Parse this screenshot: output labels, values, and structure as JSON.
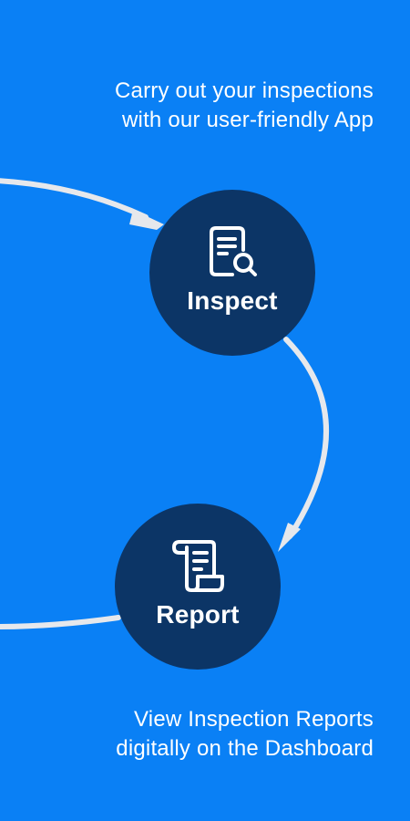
{
  "screen": {
    "background_color": "#0a80f5",
    "node_color": "#0c3566",
    "arrow_color": "#e6e8ec"
  },
  "captions": {
    "top_line1": "Carry out your inspections",
    "top_line2": "with our user-friendly App",
    "bottom_line1": "View Inspection Reports",
    "bottom_line2": "digitally on the Dashboard"
  },
  "steps": {
    "inspect": {
      "label": "Inspect",
      "icon": "document-search-icon"
    },
    "report": {
      "label": "Report",
      "icon": "scroll-report-icon"
    }
  }
}
